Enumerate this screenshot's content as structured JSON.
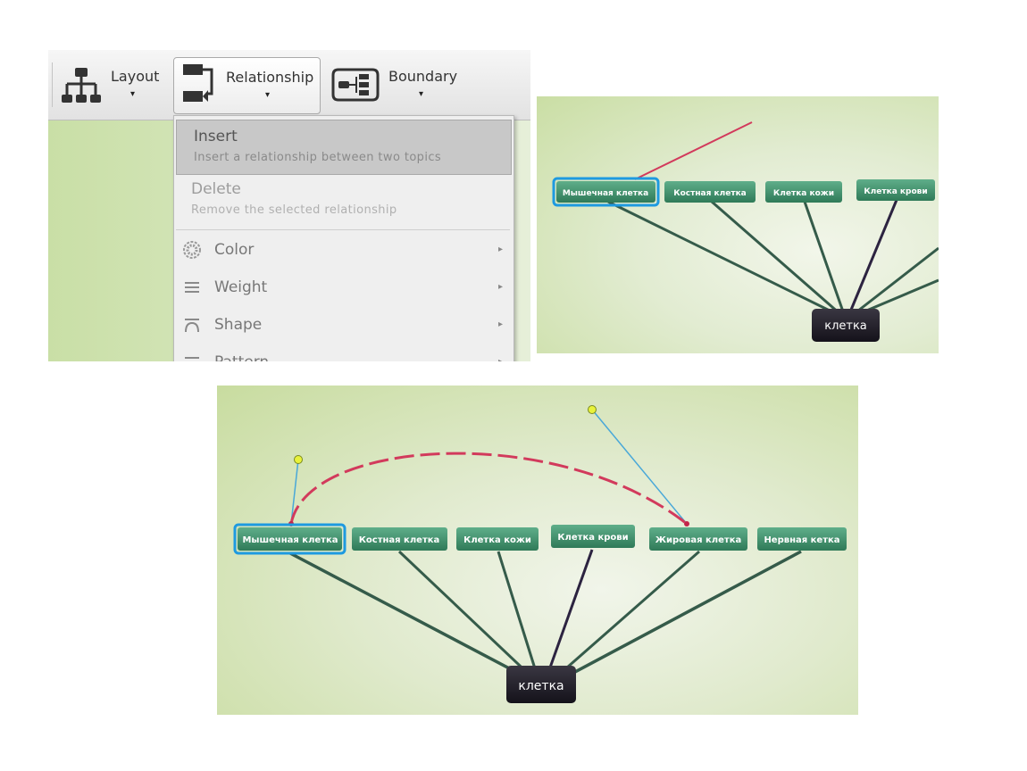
{
  "toolbar": {
    "layout_label": "Layout",
    "relationship_label": "Relationship",
    "boundary_label": "Boundary",
    "caret": "▾",
    "layout_icon": "org-chart-icon",
    "relationship_icon": "relationship-icon",
    "boundary_icon": "boundary-icon"
  },
  "relationship_menu": {
    "insert": {
      "title": "Insert",
      "description": "Insert a relationship between two topics"
    },
    "delete": {
      "title": "Delete",
      "description": "Remove the selected relationship"
    },
    "submenus": [
      {
        "label": "Color",
        "icon": "color-wheel-icon",
        "arrow": "▸"
      },
      {
        "label": "Weight",
        "icon": "line-weight-icon",
        "arrow": "▸"
      },
      {
        "label": "Shape",
        "icon": "curve-shape-icon",
        "arrow": "▸"
      },
      {
        "label": "Pattern",
        "icon": "dash-pattern-icon",
        "arrow": "▸"
      }
    ]
  },
  "map_small": {
    "central": "клетка",
    "topics": [
      "Мышечная клетка",
      "Костная клетка",
      "Клетка кожи",
      "Клетка крови"
    ],
    "selected": "Мышечная клетка"
  },
  "map_large": {
    "central": "клетка",
    "topics": [
      "Мышечная клетка",
      "Костная клетка",
      "Клетка кожи",
      "Клетка крови",
      "Жировая клетка",
      "Нервная кетка"
    ],
    "selected": "Мышечная клетка",
    "relationship": {
      "from": "Мышечная клетка",
      "to": "Жировая клетка",
      "style": "dashed"
    }
  },
  "colors": {
    "topic_fill": "#3e8f6c",
    "central_fill": "#25222e",
    "selection": "#1e9ae0",
    "relationship_line": "#d23a5c",
    "control_line": "#49a8d8",
    "control_handle": "#e8f23a",
    "branch_line": "#355b4a"
  }
}
